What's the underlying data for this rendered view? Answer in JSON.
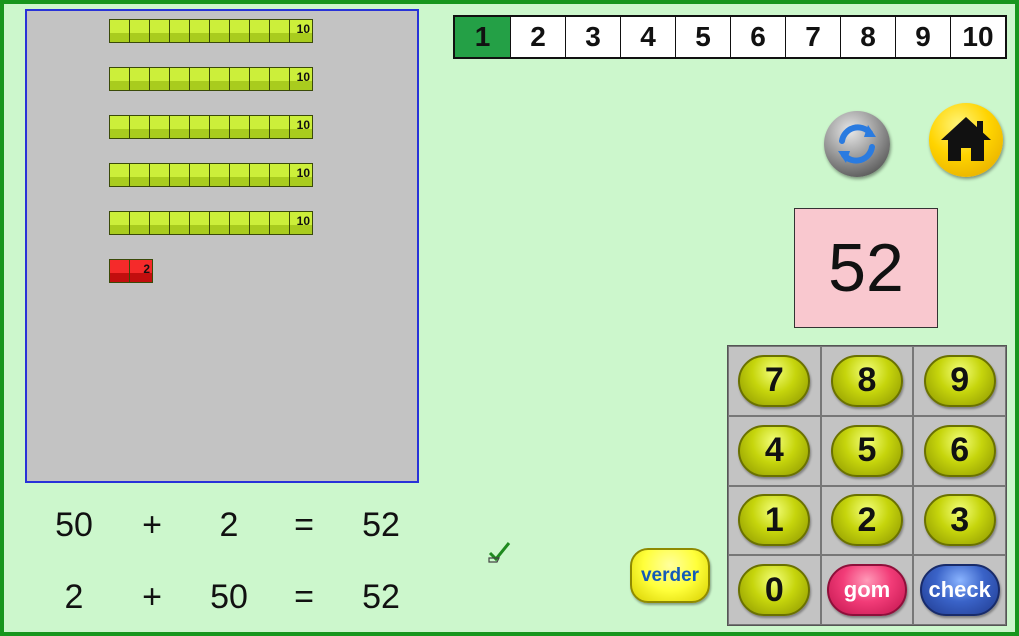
{
  "work_area": {
    "ten_rods": [
      {
        "label": "10"
      },
      {
        "label": "10"
      },
      {
        "label": "10"
      },
      {
        "label": "10"
      },
      {
        "label": "10"
      }
    ],
    "unit_rod": {
      "label": "2"
    }
  },
  "equations": [
    {
      "a": "50",
      "op": "+",
      "b": "2",
      "eq": "=",
      "result": "52"
    },
    {
      "a": "2",
      "op": "+",
      "b": "50",
      "eq": "=",
      "result": "52"
    }
  ],
  "nav": {
    "items": [
      "1",
      "2",
      "3",
      "4",
      "5",
      "6",
      "7",
      "8",
      "9",
      "10"
    ],
    "active_index": 0
  },
  "display": {
    "value": "52"
  },
  "keypad": {
    "keys": [
      "7",
      "8",
      "9",
      "4",
      "5",
      "6",
      "1",
      "2",
      "3",
      "0",
      "gom",
      "check"
    ]
  },
  "verder_label": "verder",
  "icons": {
    "refresh": "refresh-icon",
    "home": "home-icon",
    "check": "checkmark-icon"
  },
  "colors": {
    "background": "#ccf7cc",
    "border": "#17961d",
    "active_nav": "#24a046",
    "ten_rod": "#ccef3a",
    "unit_rod": "#f52a2a",
    "display_bg": "#f9c8cf"
  }
}
